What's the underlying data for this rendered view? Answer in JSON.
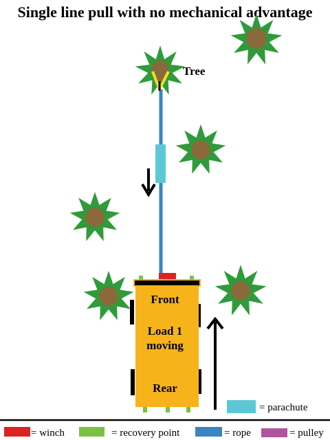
{
  "title": "Single line pull with no mechanical  advantage",
  "labels": {
    "tree": "Tree",
    "front": "Front",
    "load_line1": "Load 1",
    "load_line2": "moving",
    "rear": "Rear"
  },
  "legend": {
    "parachute": "= parachute",
    "winch": "= winch",
    "recovery_point": "= recovery point",
    "rope": "= rope",
    "pulley": "= pulley"
  },
  "colors": {
    "tree_green": "#2f9b3a",
    "tree_trunk": "#8a6a3a",
    "rope": "#3a85c3",
    "parachute": "#5cc8d6",
    "winch": "#dd2222",
    "recovery_point": "#7cc242",
    "pulley": "#b0549c",
    "load": "#f6b41a",
    "strap": "#f0e020"
  }
}
